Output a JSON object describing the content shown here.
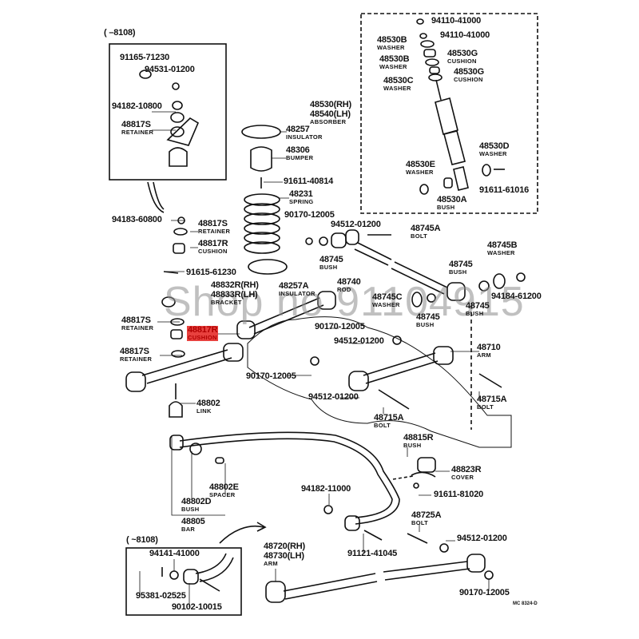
{
  "diagram": {
    "inset_top": {
      "range": "(      –8108)"
    },
    "inset_bottom": {
      "range": "(      ~8108)"
    },
    "parts": [
      {
        "pn": "91165-71230",
        "name": ""
      },
      {
        "pn": "94531-01200",
        "name": ""
      },
      {
        "pn": "94182-10800",
        "name": ""
      },
      {
        "pn": "48817S",
        "name": "RETAINER"
      },
      {
        "pn": "48257",
        "name": "INSULATOR"
      },
      {
        "pn": "48306",
        "name": "BUMPER"
      },
      {
        "pn": "91611-40814",
        "name": ""
      },
      {
        "pn": "48231",
        "name": "SPRING"
      },
      {
        "pn": "90170-12005",
        "name": ""
      },
      {
        "pn": "94512-01200",
        "name": ""
      },
      {
        "pn": "94183-60800",
        "name": ""
      },
      {
        "pn": "48817S",
        "name": "RETAINER"
      },
      {
        "pn": "48817R",
        "name": "CUSHION"
      },
      {
        "pn": "91615-61230",
        "name": ""
      },
      {
        "pn": "48745",
        "name": "BUSH"
      },
      {
        "pn": "48740",
        "name": "ROD"
      },
      {
        "pn": "48832R(RH)",
        "name": ""
      },
      {
        "pn": "48833R(LH)",
        "name": "BRACKET"
      },
      {
        "pn": "48257A",
        "name": "INSULATOR"
      },
      {
        "pn": "48817S",
        "name": "RETAINER"
      },
      {
        "pn": "48817R",
        "name": "CUSHION"
      },
      {
        "pn": "48817S",
        "name": "RETAINER"
      },
      {
        "pn": "48802",
        "name": "LINK"
      },
      {
        "pn": "90170-12005",
        "name": ""
      },
      {
        "pn": "90170-12005",
        "name": ""
      },
      {
        "pn": "94512-01200",
        "name": ""
      },
      {
        "pn": "94512-01200",
        "name": ""
      },
      {
        "pn": "94110-41000",
        "name": ""
      },
      {
        "pn": "94110-41000",
        "name": ""
      },
      {
        "pn": "48530B",
        "name": "WASHER"
      },
      {
        "pn": "48530G",
        "name": "CUSHION"
      },
      {
        "pn": "48530B",
        "name": "WASHER"
      },
      {
        "pn": "48530G",
        "name": "CUSHION"
      },
      {
        "pn": "48530C",
        "name": "WASHER"
      },
      {
        "pn": "48530(RH)",
        "name": ""
      },
      {
        "pn": "48540(LH)",
        "name": "ABSORBER"
      },
      {
        "pn": "48530D",
        "name": "WASHER"
      },
      {
        "pn": "48530E",
        "name": "WASHER"
      },
      {
        "pn": "91611-61016",
        "name": ""
      },
      {
        "pn": "48530A",
        "name": "BUSH"
      },
      {
        "pn": "48745A",
        "name": "BOLT"
      },
      {
        "pn": "48745B",
        "name": "WASHER"
      },
      {
        "pn": "48745",
        "name": "BUSH"
      },
      {
        "pn": "94184-61200",
        "name": ""
      },
      {
        "pn": "48745",
        "name": "BUSH"
      },
      {
        "pn": "48745C",
        "name": "WASHER"
      },
      {
        "pn": "48745",
        "name": "BUSH"
      },
      {
        "pn": "48710",
        "name": "ARM"
      },
      {
        "pn": "48715A",
        "name": "BOLT"
      },
      {
        "pn": "48715A",
        "name": "BOLT"
      },
      {
        "pn": "48815R",
        "name": "BUSH"
      },
      {
        "pn": "48823R",
        "name": "COVER"
      },
      {
        "pn": "91611-81020",
        "name": ""
      },
      {
        "pn": "94182-11000",
        "name": ""
      },
      {
        "pn": "48725A",
        "name": "BOLT"
      },
      {
        "pn": "94512-01200",
        "name": ""
      },
      {
        "pn": "91121-41045",
        "name": ""
      },
      {
        "pn": "90170-12005",
        "name": ""
      },
      {
        "pn": "48802E",
        "name": "SPACER"
      },
      {
        "pn": "48802D",
        "name": "BUSH"
      },
      {
        "pn": "48805",
        "name": "BAR"
      },
      {
        "pn": "94141-41000",
        "name": ""
      },
      {
        "pn": "95381-02525",
        "name": ""
      },
      {
        "pn": "90102-10015",
        "name": ""
      },
      {
        "pn": "48720(RH)",
        "name": ""
      },
      {
        "pn": "48730(LH)",
        "name": "ARM"
      }
    ],
    "drawing_code": "MC 8324-D",
    "watermark": "Shop no 91104915",
    "highlight_color": "#e8413e"
  }
}
